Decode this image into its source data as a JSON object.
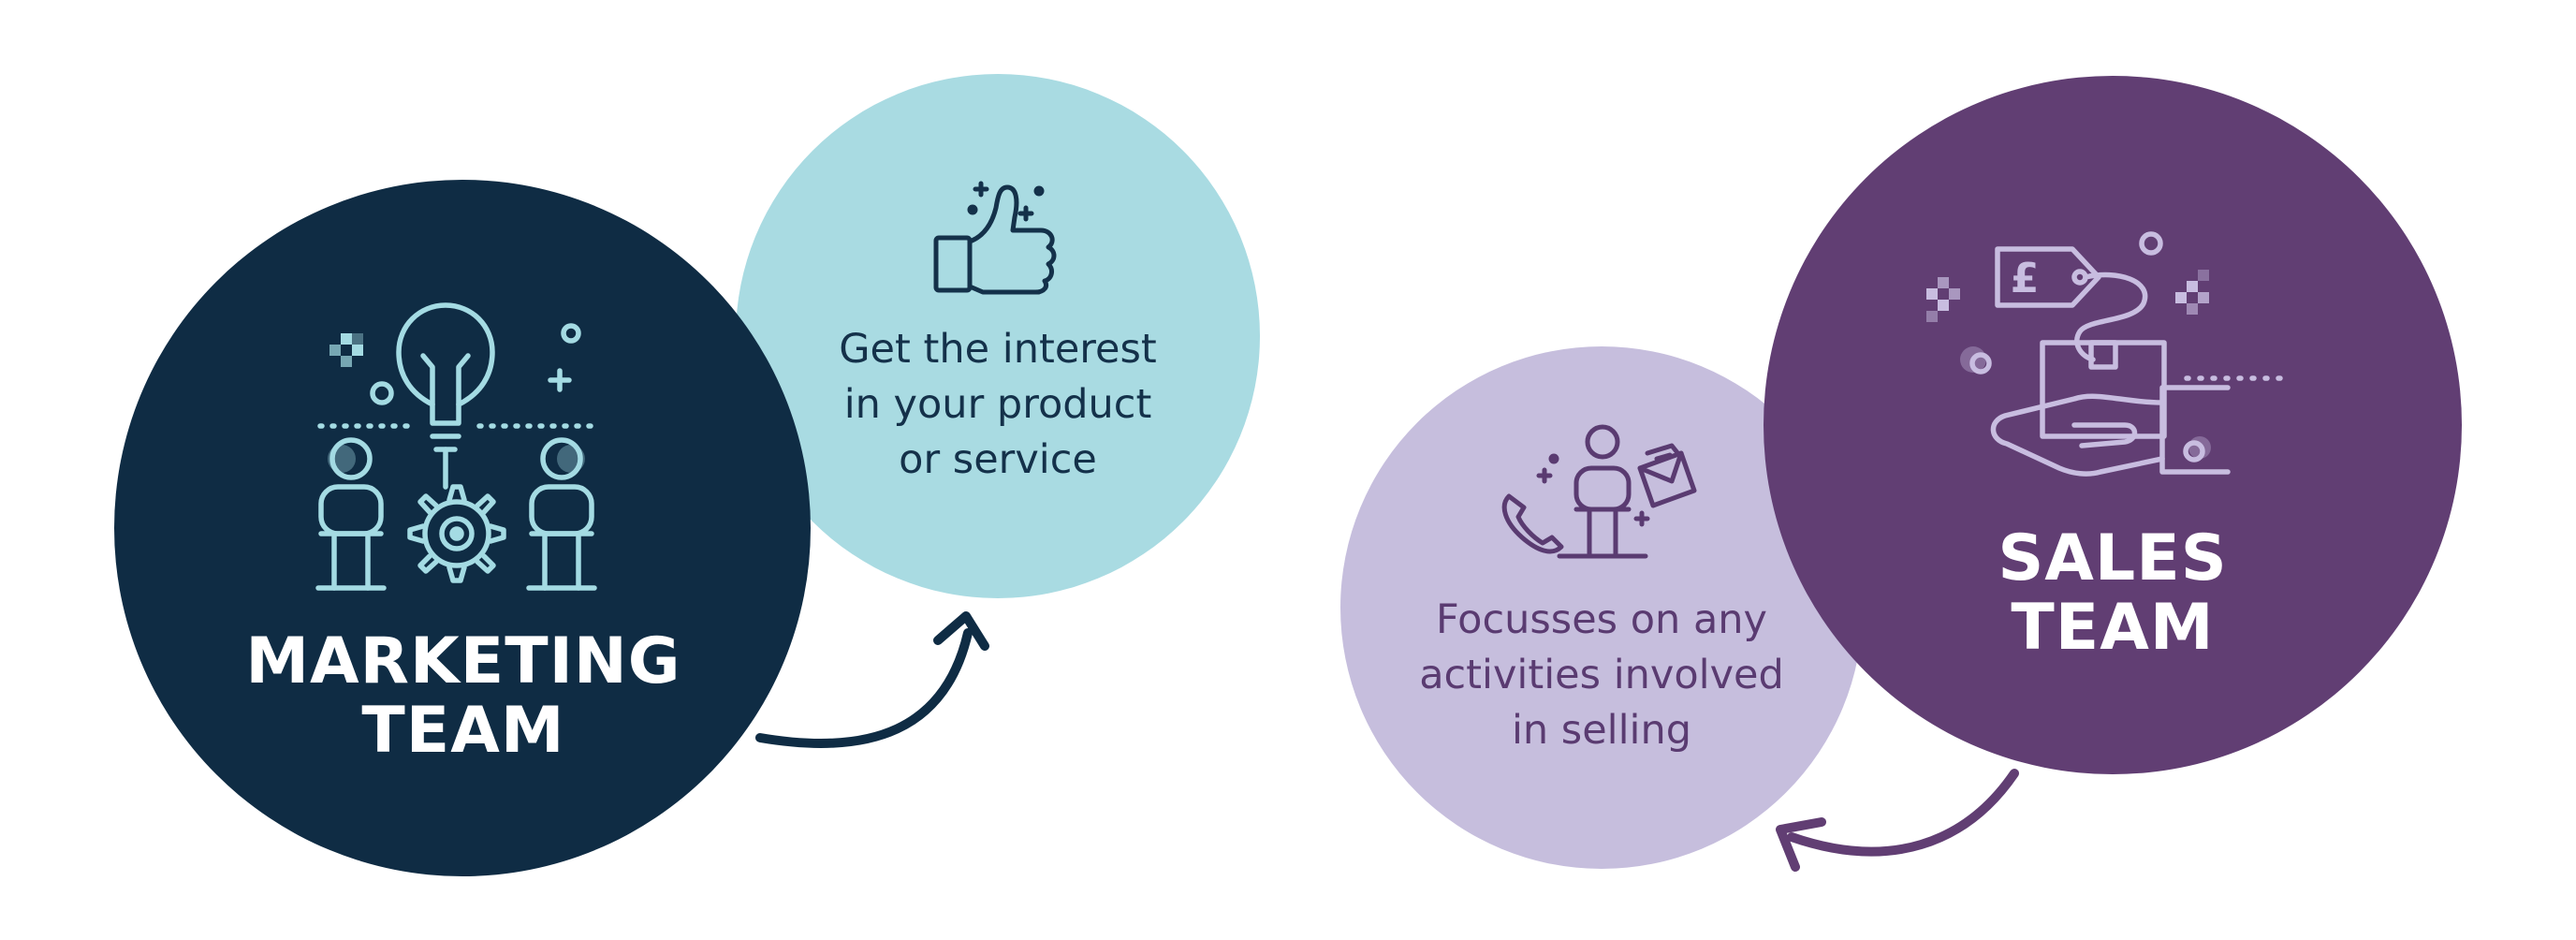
{
  "colors": {
    "marketing_navy": "#0f2c44",
    "marketing_icon": "#a4dbe3",
    "interest_teal": "#a9dbe2",
    "sales_purple": "#613e73",
    "sales_icon": "#c8bde0",
    "selling_lavender": "#c6bedd",
    "white": "#ffffff"
  },
  "marketing": {
    "title_line1": "MARKETING",
    "title_line2": "TEAM",
    "icon": "team-lightbulb-gear-icon"
  },
  "interest": {
    "line1": "Get the interest",
    "line2": "in your product",
    "line3": "or service",
    "icon": "thumbs-up-icon"
  },
  "sales": {
    "title_line1": "SALES",
    "title_line2": "TEAM",
    "icon": "hand-box-price-tag-icon",
    "price_symbol": "£"
  },
  "selling": {
    "line1": "Focusses on any",
    "line2": "activities involved",
    "line3": "in selling",
    "icon": "person-phone-mail-icon"
  }
}
